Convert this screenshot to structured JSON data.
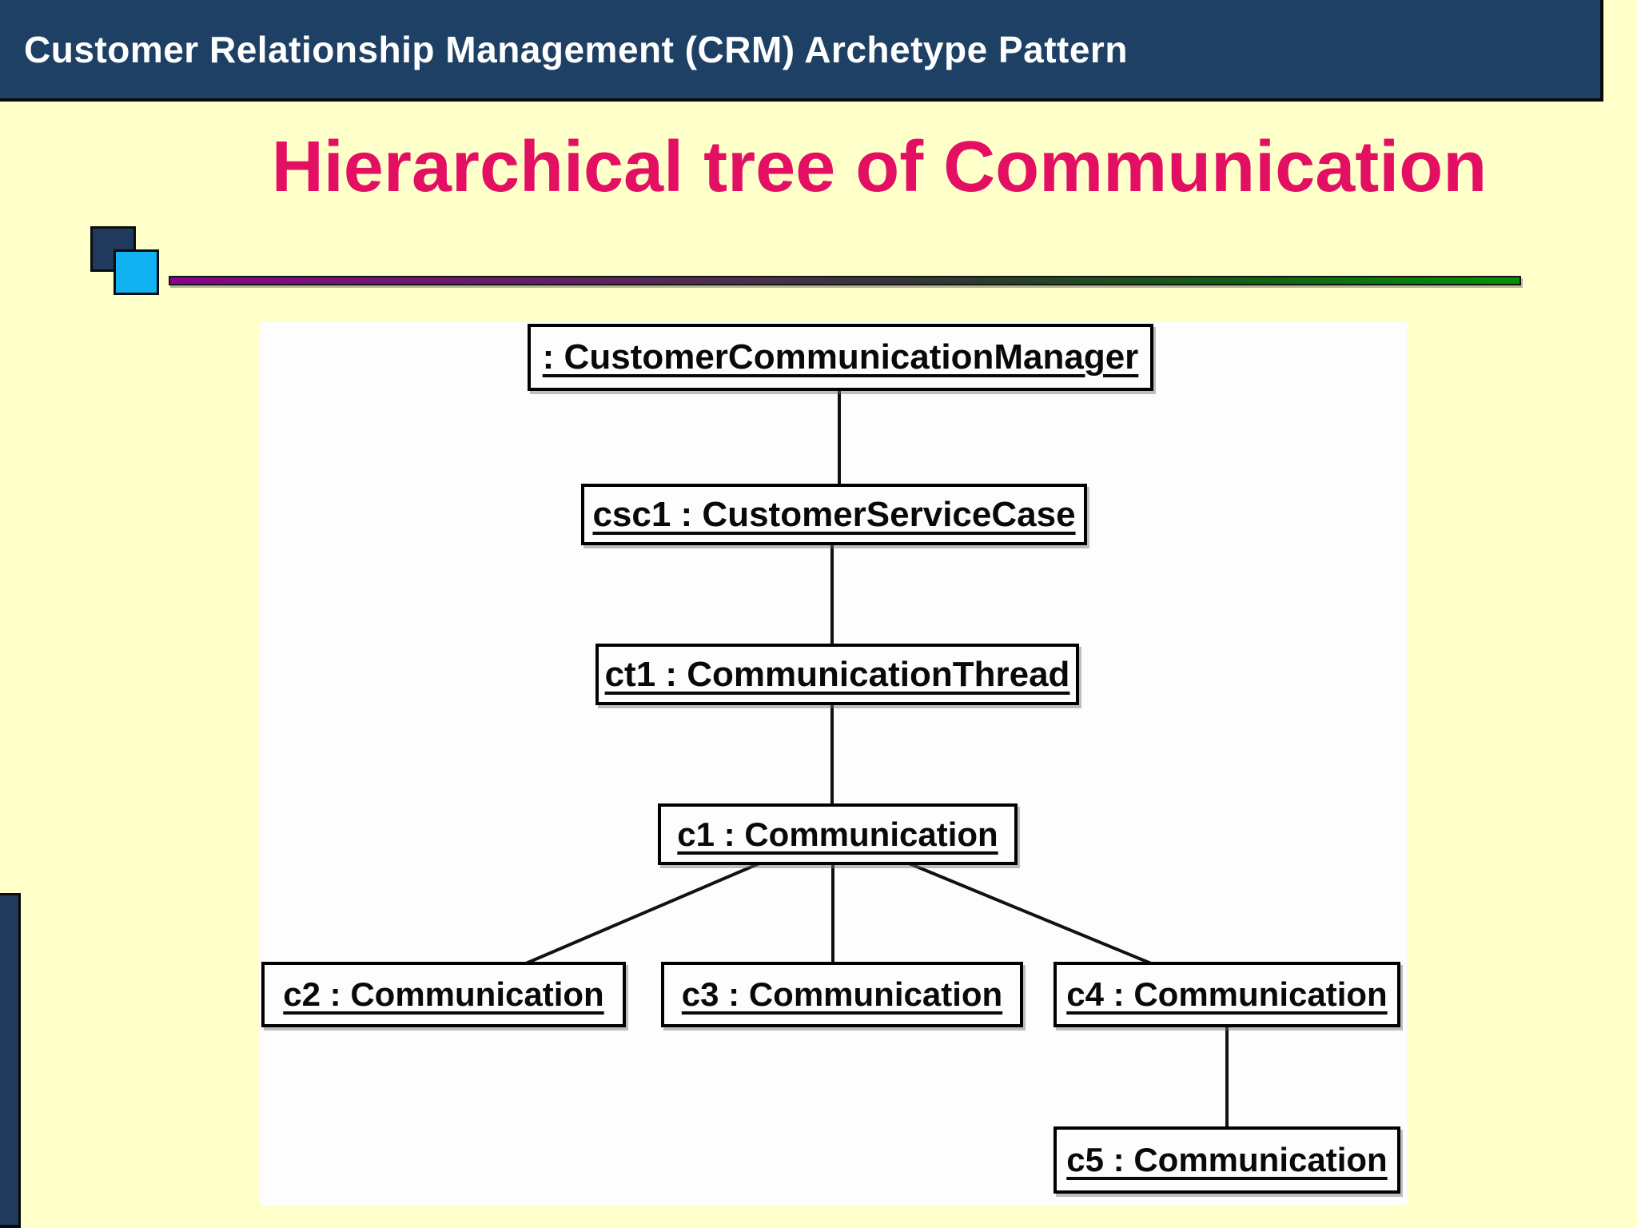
{
  "header": {
    "title": "Customer Relationship Management (CRM) Archetype Pattern"
  },
  "slide": {
    "title": "Hierarchical tree of Communication"
  },
  "colors": {
    "header_bg": "#1f4065",
    "header_text": "#ffffff",
    "page_bg": "#ffffc9",
    "slide_title_text": "#e20f63",
    "square_dark": "#1f3a5c",
    "square_cyan": "#12b2f2",
    "divider_left_purple": "#8a028a",
    "divider_right_green": "#029202",
    "diagram_panel_bg": "#fdfdfd",
    "node_border": "#000000",
    "node_text": "#090909"
  },
  "diagram": {
    "type": "hierarchical-tree",
    "nodes": [
      {
        "id": "manager",
        "label": ": CustomerCommunicationManager"
      },
      {
        "id": "csc1",
        "label": "csc1 : CustomerServiceCase"
      },
      {
        "id": "ct1",
        "label": "ct1 : CommunicationThread"
      },
      {
        "id": "c1",
        "label": "c1 : Communication"
      },
      {
        "id": "c2",
        "label": "c2 : Communication"
      },
      {
        "id": "c3",
        "label": "c3 : Communication"
      },
      {
        "id": "c4",
        "label": "c4 : Communication"
      },
      {
        "id": "c5",
        "label": "c5 : Communication"
      }
    ],
    "edges": [
      {
        "from": "manager",
        "to": "csc1"
      },
      {
        "from": "csc1",
        "to": "ct1"
      },
      {
        "from": "ct1",
        "to": "c1"
      },
      {
        "from": "c1",
        "to": "c2"
      },
      {
        "from": "c1",
        "to": "c3"
      },
      {
        "from": "c1",
        "to": "c4"
      },
      {
        "from": "c4",
        "to": "c5"
      }
    ]
  }
}
